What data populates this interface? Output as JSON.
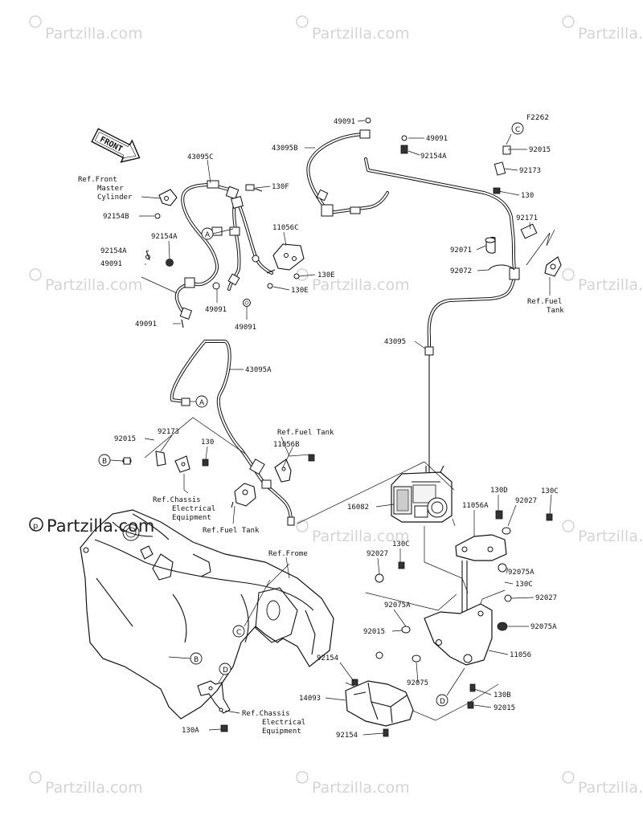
{
  "watermarks": [
    "Partzilla.com",
    "Partzilla.com",
    "Partzilla.com",
    "Partzilla.com",
    "Partzilla.com",
    "Partzilla.com",
    "Partzilla.com",
    "Partzilla.com",
    "Partzilla.com",
    "Partzilla.com",
    "Partzilla.com"
  ],
  "watermark_strong": "Partzilla.com",
  "diagram_code": "F2262",
  "front_arrow": "FRONT",
  "labels": {
    "l_43095C": "43095C",
    "l_49091_a": "49091",
    "l_49091_b": "49091",
    "l_43095B": "43095B",
    "l_92154A_a": "92154A",
    "l_92015_a": "92015",
    "l_92173_a": "92173",
    "l_130_a": "130",
    "l_130F": "130F",
    "l_ref_front_1": "Ref.Front",
    "l_ref_front_2": "Master",
    "l_ref_front_3": "Cylinder",
    "l_92154B": "92154B",
    "l_92154A_b": "92154A",
    "l_11056C": "11056C",
    "l_92171": "92171",
    "l_92154A_c": "92154A",
    "l_49091_c": "49091",
    "l_130E_a": "130E",
    "l_130E_b": "130E",
    "l_92071": "92071",
    "l_92072": "92072",
    "l_49091_d": "49091",
    "l_49091_e": "49091",
    "l_ref_fuel_1": "Ref.Fuel",
    "l_ref_fuel_2": "Tank",
    "l_49091_f": "49091",
    "l_43095": "43095",
    "l_43095A": "43095A",
    "l_92015_b": "92015",
    "l_92173_b": "92173",
    "l_130_b": "130",
    "l_ref_fuel_tank_a": "Ref.Fuel Tank",
    "l_11056B": "11056B",
    "l_ref_chassis_1": "Ref.Chassis",
    "l_ref_chassis_2": "Electrical",
    "l_ref_chassis_3": "Equipment",
    "l_ref_fuel_tank_b": "Ref.Fuel Tank",
    "l_16082": "16082",
    "l_130D": "130D",
    "l_92027_a": "92027",
    "l_130C_a": "130C",
    "l_11056A": "11056A",
    "l_ref_frome": "Ref.Frome",
    "l_92027_b": "92027",
    "l_130C_b": "130C",
    "l_92075A_a": "92075A",
    "l_130C_c": "130C",
    "l_92027_c": "92027",
    "l_92075A_b": "92075A",
    "l_92075A_c": "92075A",
    "l_92015_c": "92015",
    "l_11056": "11056",
    "l_92154_a": "92154",
    "l_92075": "92075",
    "l_14093": "14093",
    "l_130B": "130B",
    "l_92015_d": "92015",
    "l_ref_chassis2_1": "Ref.Chassis",
    "l_ref_chassis2_2": "Electrical",
    "l_ref_chassis2_3": "Equipment",
    "l_130A": "130A",
    "l_92154_b": "92154"
  },
  "callouts": {
    "A1": "A",
    "A2": "A",
    "B1": "B",
    "B2": "B",
    "C1": "C",
    "C2": "C",
    "D1": "D",
    "D2": "D"
  }
}
